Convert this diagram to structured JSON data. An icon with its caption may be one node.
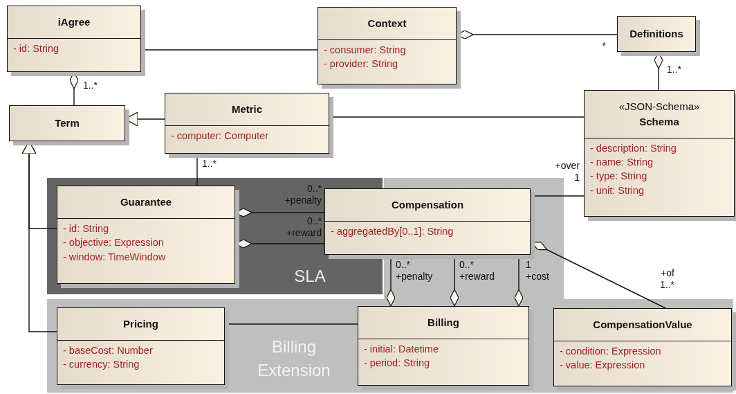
{
  "diagram": {
    "nodes": [
      {
        "text": [
          "iAgree",
          "- id: String"
        ]
      },
      {
        "text": [
          "Context",
          "- consumer: String",
          "- provider: String"
        ]
      },
      {
        "text": [
          "Definitions"
        ]
      },
      {
        "text": [
          "Term"
        ]
      },
      {
        "text": [
          "Metric",
          "- computer: Computer"
        ]
      },
      {
        "text": [
          "«JSON-Schema»",
          "Schema",
          "- description: String",
          "- name: String",
          "- type: String",
          "- unit: String"
        ]
      },
      {
        "text": [
          "SLA"
        ]
      },
      {
        "text": [
          "Guarantee",
          "- id: String",
          "- objective: Expression",
          "- window: TimeWindow"
        ],
        "in": 6
      },
      {
        "text": [
          "Compensation",
          "- aggregatedBy[0..1]: String"
        ]
      },
      {
        "text": [
          "Billing Extension"
        ]
      },
      {
        "text": [
          "Pricing",
          "- baseCost: Number",
          "- currency: String"
        ],
        "in": 9
      },
      {
        "text": [
          "Billing",
          "- initial: Datetime",
          "- period: String"
        ],
        "in": 9
      },
      {
        "text": [
          "CompensationValue",
          "- condition: Expression",
          "- value: Expression"
        ],
        "in": 9
      }
    ],
    "edges": [
      {
        "from": 0,
        "to": 1,
        "arrow": "none"
      },
      {
        "from": 1,
        "to": 2,
        "arrow": "other",
        "label": "*"
      },
      {
        "from": 2,
        "to": 5,
        "arrow": "other",
        "label": "1..*"
      },
      {
        "from": 0,
        "to": 3,
        "arrow": "other",
        "label": "1..*"
      },
      {
        "from": 4,
        "to": 3,
        "arrow": "to"
      },
      {
        "from": 4,
        "to": 5,
        "arrow": "none"
      },
      {
        "from": 4,
        "to": 7,
        "arrow": "none",
        "label": "1..*"
      },
      {
        "from": 7,
        "to": 3,
        "arrow": "to"
      },
      {
        "from": 10,
        "to": 3,
        "arrow": "to"
      },
      {
        "from": 7,
        "to": 8,
        "arrow": "other",
        "label": "0..* +penalty"
      },
      {
        "from": 7,
        "to": 8,
        "arrow": "other",
        "label": "0..* +reward"
      },
      {
        "from": 8,
        "to": 5,
        "arrow": "none",
        "label": "+over 1"
      },
      {
        "from": 11,
        "to": 8,
        "arrow": "other",
        "label": "0..* +penalty"
      },
      {
        "from": 11,
        "to": 8,
        "arrow": "other",
        "label": "0..* +reward"
      },
      {
        "from": 11,
        "to": 8,
        "arrow": "other",
        "label": "1 +cost"
      },
      {
        "from": 8,
        "to": 12,
        "arrow": "other",
        "label": "+of 1..*"
      },
      {
        "from": 10,
        "to": 11,
        "arrow": "none"
      }
    ]
  }
}
